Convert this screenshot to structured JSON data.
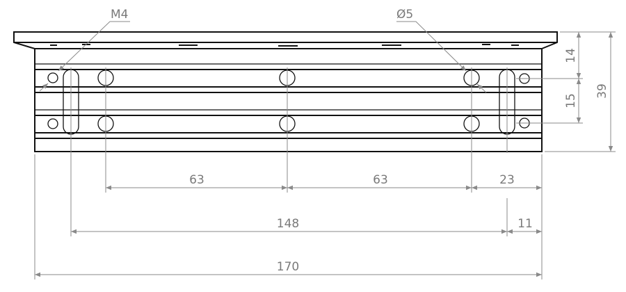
{
  "drawing": {
    "callouts": {
      "thread": "M4",
      "hole_diameter": "Ø5"
    },
    "dimensions": {
      "hole_spacing_left": "63",
      "hole_spacing_right": "63",
      "hole_to_edge": "23",
      "slot_spacing": "148",
      "slot_to_edge": "11",
      "overall_length": "170",
      "top_to_upper_hole": "14",
      "hole_row_spacing": "15",
      "overall_height": "39"
    }
  }
}
